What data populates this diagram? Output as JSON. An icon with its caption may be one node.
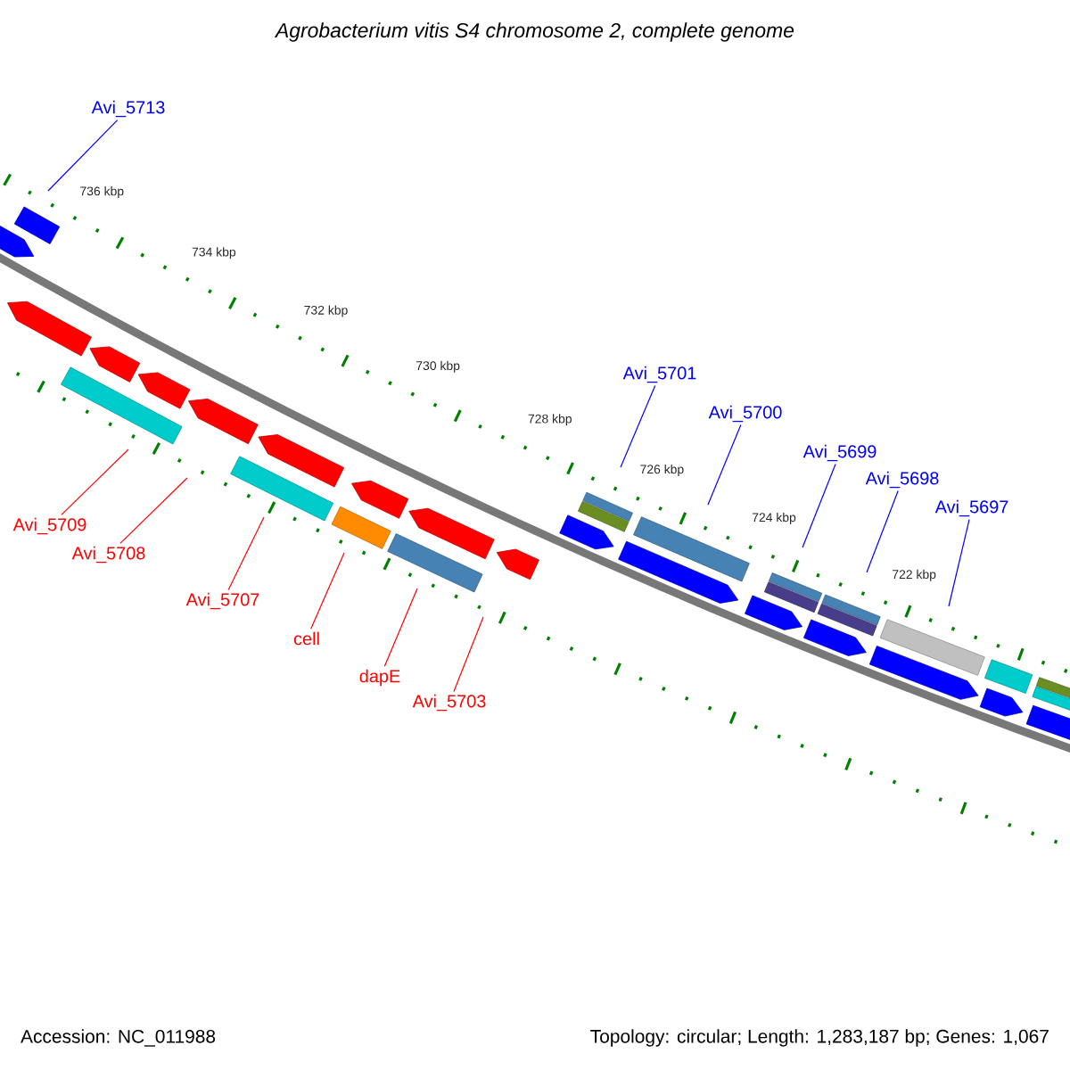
{
  "diagram": {
    "title": "Agrobacterium vitis S4 chromosome 2, complete genome",
    "nodes": [
      {
        "text": [
          "Avi_5713"
        ]
      },
      {
        "text": [
          "Avi_5701"
        ]
      },
      {
        "text": [
          "Avi_5700"
        ]
      },
      {
        "text": [
          "Avi_5699"
        ]
      },
      {
        "text": [
          "Avi_5698"
        ]
      },
      {
        "text": [
          "Avi_5697"
        ]
      },
      {
        "text": [
          "Avi_5709"
        ]
      },
      {
        "text": [
          "Avi_5708"
        ]
      },
      {
        "text": [
          "Avi_5707"
        ]
      },
      {
        "text": [
          "cell"
        ]
      },
      {
        "text": [
          "dapE"
        ]
      },
      {
        "text": [
          "Avi_5703"
        ]
      }
    ],
    "edges": [
      {
        "from": 0,
        "to": null,
        "arrow": "none",
        "color": "#0000ff"
      },
      {
        "from": 1,
        "to": null,
        "arrow": "none",
        "color": "#0000ff"
      },
      {
        "from": 2,
        "to": null,
        "arrow": "none",
        "color": "#0000ff"
      },
      {
        "from": 3,
        "to": null,
        "arrow": "none",
        "color": "#0000ff"
      },
      {
        "from": 4,
        "to": null,
        "arrow": "none",
        "color": "#0000ff"
      },
      {
        "from": 5,
        "to": null,
        "arrow": "none",
        "color": "#0000ff"
      },
      {
        "from": 6,
        "to": null,
        "arrow": "none",
        "color": "#ff0000"
      },
      {
        "from": 7,
        "to": null,
        "arrow": "none",
        "color": "#ff0000"
      },
      {
        "from": 8,
        "to": null,
        "arrow": "none",
        "color": "#ff0000"
      },
      {
        "from": 9,
        "to": null,
        "arrow": "none",
        "color": "#ff0000"
      },
      {
        "from": 10,
        "to": null,
        "arrow": "none",
        "color": "#ff0000"
      },
      {
        "from": 11,
        "to": null,
        "arrow": "none",
        "color": "#ff0000"
      }
    ],
    "labels": [
      "736 kbp",
      "734 kbp",
      "732 kbp",
      "730 kbp",
      "728 kbp",
      "726 kbp",
      "724 kbp",
      "722 kbp",
      "Accession: NC_011988",
      "Topology: circular; Length: 1,283,187 bp; Genes: 1,067"
    ]
  }
}
